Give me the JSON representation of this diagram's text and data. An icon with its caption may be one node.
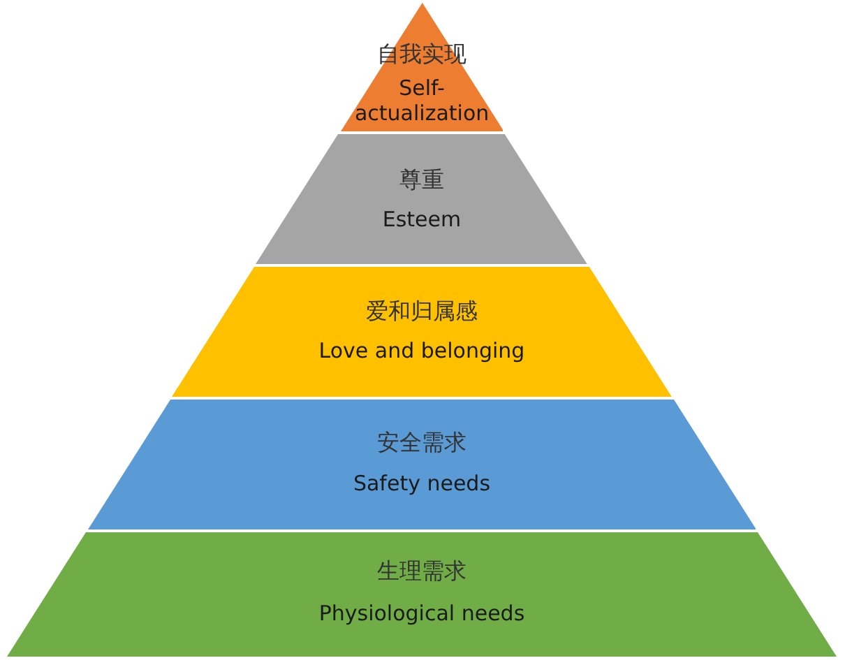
{
  "diagram": {
    "nodes": [
      {
        "text": [
          "自我实现",
          "Self-actualization"
        ]
      },
      {
        "text": [
          "尊重",
          "Esteem"
        ]
      },
      {
        "text": [
          "爱和归属感",
          "Love and belonging"
        ]
      },
      {
        "text": [
          "安全需求",
          "Safety needs"
        ]
      },
      {
        "text": [
          "生理需求",
          "Physiological needs"
        ]
      }
    ]
  }
}
